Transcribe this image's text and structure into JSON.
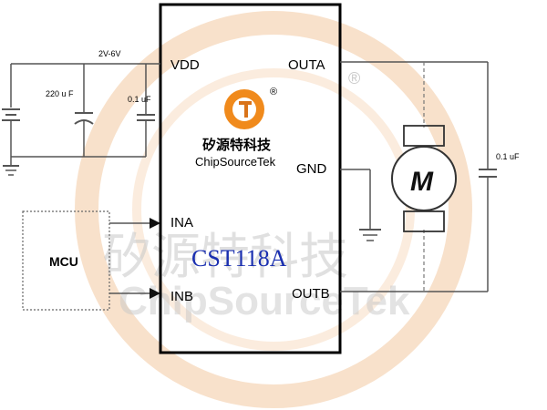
{
  "chip": {
    "part_number": "CST118A",
    "pins": {
      "vdd": "VDD",
      "outa": "OUTA",
      "gnd": "GND",
      "ina": "INA",
      "inb": "INB",
      "outb": "OUTB"
    }
  },
  "supply": {
    "voltage": "2V-6V",
    "bulk_cap": "220 u F",
    "decoupling_cap": "0.1 uF"
  },
  "motor": {
    "symbol": "M",
    "cap": "0.1 uF"
  },
  "controller": {
    "label": "MCU"
  },
  "logo": {
    "brand_cn": "矽源特科技",
    "brand_en": "ChipSourceTek",
    "registered": "®"
  },
  "watermark": {
    "brand_cn": "矽源特科技",
    "brand_en": "ChipSourceTek",
    "registered": "®"
  },
  "colors": {
    "wire": "#555555",
    "chip_text": "#1a2fb0",
    "logo_orange": "#f08a1c",
    "watermark_ring": "#f3c9a0"
  }
}
